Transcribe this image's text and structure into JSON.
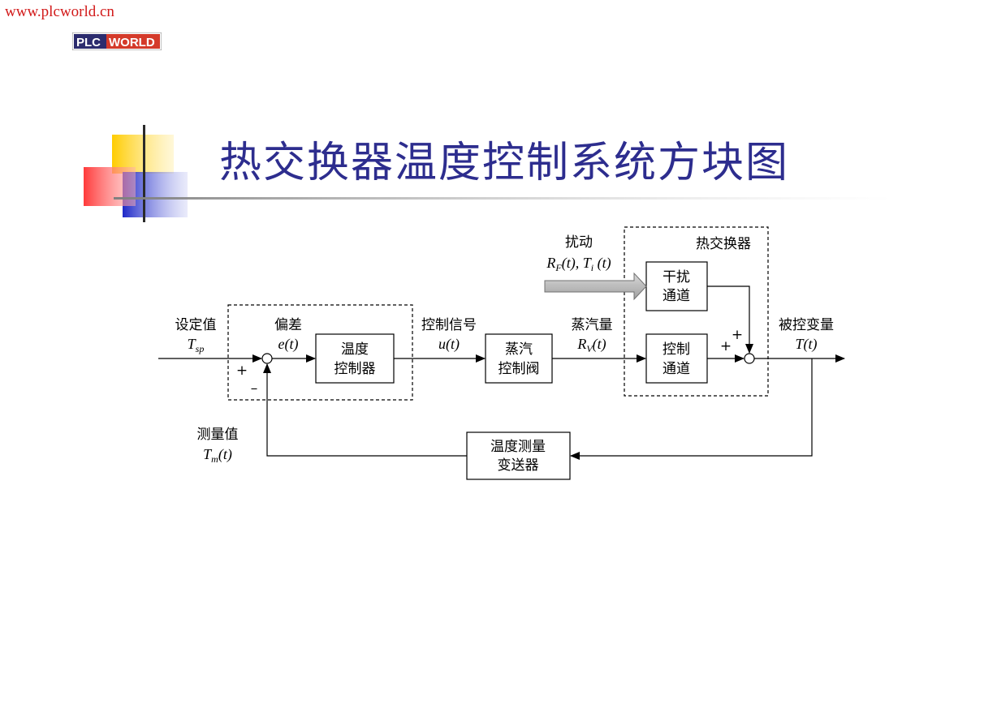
{
  "header": {
    "site_url": "www.plcworld.cn",
    "logo_text": "PLC WORLD"
  },
  "slide": {
    "title": "热交换器温度控制系统方块图"
  },
  "diagram": {
    "blocks": {
      "controller": [
        "温度",
        "控制器"
      ],
      "valve": [
        "蒸汽",
        "控制阀"
      ],
      "disturbance_channel": [
        "干扰",
        "通道"
      ],
      "control_channel": [
        "控制",
        "通道"
      ],
      "transmitter": [
        "温度测量",
        "变送器"
      ]
    },
    "labels": {
      "setpoint": "设定值",
      "setpoint_symbol": "T",
      "setpoint_sub": "sp",
      "error": "偏差",
      "error_symbol": "e(t)",
      "control_signal": "控制信号",
      "control_symbol": "u(t)",
      "steam": "蒸汽量",
      "steam_symbol": "R",
      "steam_sub": "V",
      "steam_arg": "(t)",
      "disturbance": "扰动",
      "disturbance_symbol_a": "R",
      "disturbance_sub_a": "F",
      "disturbance_arg_a": "(t), T",
      "disturbance_sub_b": "i",
      "disturbance_arg_b": " (t)",
      "heat_exchanger": "热交换器",
      "output": "被控变量",
      "output_symbol": "T(t)",
      "measured": "测量值",
      "measured_symbol": "T",
      "measured_sub": "m",
      "measured_arg": "(t)",
      "plus": "+",
      "minus": "–"
    }
  }
}
